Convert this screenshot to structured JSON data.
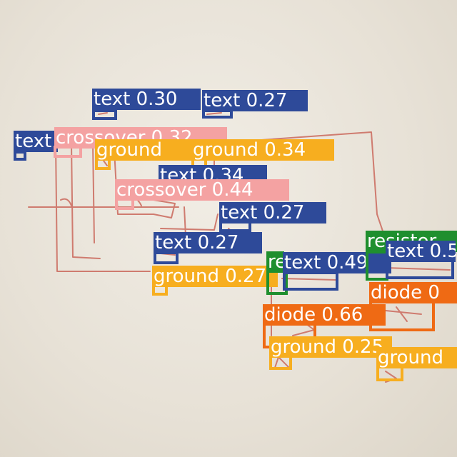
{
  "colors": {
    "text": "#2e4a99",
    "crossover": "#f4a2a2",
    "ground": "#f7ae1f",
    "diode": "#ef6a14",
    "resistor": "#1f8f2e",
    "ink": "#cf7b6f",
    "paper": "#e9e4da"
  },
  "detections": [
    {
      "id": "d01",
      "label": "text 0.30"
    },
    {
      "id": "d02",
      "label": "text 0.27"
    },
    {
      "id": "d03",
      "label": "text"
    },
    {
      "id": "d04",
      "label": "crossover 0.32"
    },
    {
      "id": "d05",
      "label": "ground"
    },
    {
      "id": "d06",
      "label": "ground 0.34"
    },
    {
      "id": "d07",
      "label": "text 0.34"
    },
    {
      "id": "d08",
      "label": "crossover 0.44"
    },
    {
      "id": "d09",
      "label": "text 0.27"
    },
    {
      "id": "d10",
      "label": "text 0.27"
    },
    {
      "id": "d11",
      "label": "ground 0.27"
    },
    {
      "id": "d12",
      "label": "resistor"
    },
    {
      "id": "d13",
      "label": "text 0.49"
    },
    {
      "id": "d14",
      "label": "resistor"
    },
    {
      "id": "d15",
      "label": "text 0.5"
    },
    {
      "id": "d16",
      "label": "diode 0.66"
    },
    {
      "id": "d17",
      "label": "diode 0"
    },
    {
      "id": "d18",
      "label": "ground 0.25"
    },
    {
      "id": "d19",
      "label": "ground"
    }
  ]
}
